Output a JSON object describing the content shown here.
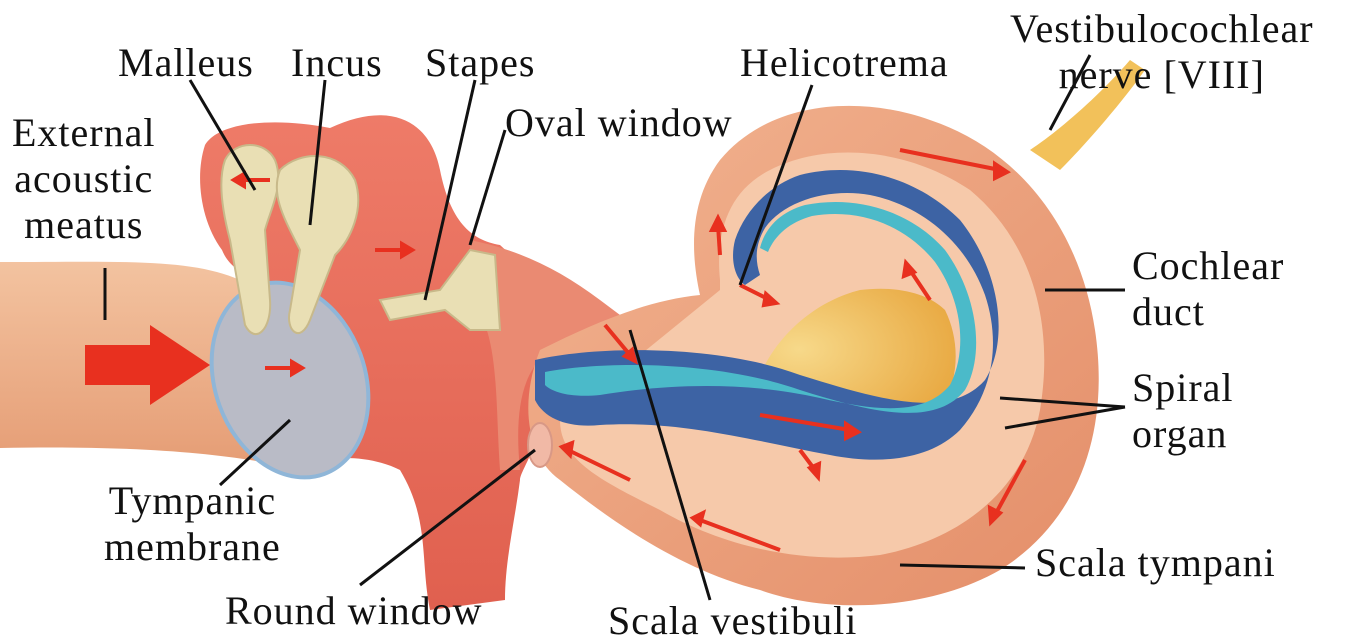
{
  "labels": {
    "malleus": "Malleus",
    "incus": "Incus",
    "stapes": "Stapes",
    "oval_window": "Oval window",
    "helicotrema": "Helicotrema",
    "vestibulocochlear_line1": "Vestibulocochlear",
    "vestibulocochlear_line2": "nerve [VIII]",
    "external_line1": "External",
    "external_line2": "acoustic",
    "external_line3": "meatus",
    "cochlear_line1": "Cochlear",
    "cochlear_line2": "duct",
    "spiral_line1": "Spiral",
    "spiral_line2": "organ",
    "tympanic_line1": "Tympanic",
    "tympanic_line2": "membrane",
    "scala_tympani": "Scala tympani",
    "round_window": "Round window",
    "scala_vestibuli": "Scala vestibuli"
  },
  "colors": {
    "canal": "#f0b48e",
    "middle_ear": "#e8685a",
    "cochlea_outer": "#eea27f",
    "cochlea_inner": "#f5c2a2",
    "duct_dark": "#3c5fa0",
    "duct_light": "#48b9c9",
    "ossicle": "#e9dfb4",
    "membrane": "#b7b9c4",
    "nerve": "#f2c15a",
    "arrow": "#e8301f",
    "leader": "#111111"
  }
}
